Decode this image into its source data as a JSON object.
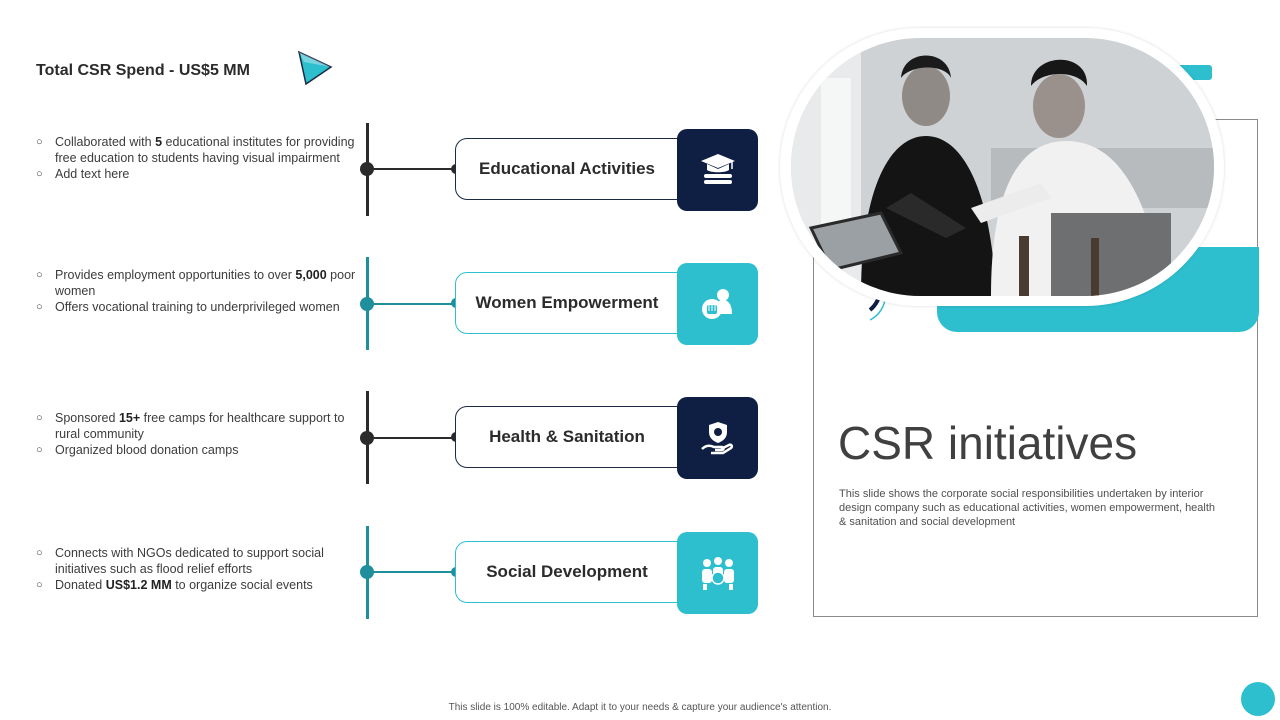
{
  "header": {
    "title": "Total CSR Spend - US$5 MM"
  },
  "rows": [
    {
      "label": "Educational Activities",
      "theme": "navy",
      "icon": "graduation-cap-books-icon",
      "bullets": [
        {
          "pre": "Collaborated  with ",
          "bold": "5",
          "post": " educational institutes for providing  free education to students having  visual impairment"
        },
        {
          "pre": "Add text here",
          "bold": "",
          "post": ""
        }
      ]
    },
    {
      "label": "Women Empowerment",
      "theme": "teal",
      "icon": "woman-fist-icon",
      "bullets": [
        {
          "pre": "Provides  employment  opportunities  to over  ",
          "bold": "5,000",
          "post": "  poor women"
        },
        {
          "pre": "Offers  vocational  training to underprivileged  women",
          "bold": "",
          "post": ""
        }
      ]
    },
    {
      "label": "Health & Sanitation",
      "theme": "navy",
      "icon": "hand-shield-icon",
      "bullets": [
        {
          "pre": "Sponsored  ",
          "bold": "15+",
          "post": " free camps for healthcare support to rural  community"
        },
        {
          "pre": "Organized  blood donation camps",
          "bold": "",
          "post": ""
        }
      ]
    },
    {
      "label": "Social Development",
      "theme": "teal",
      "icon": "community-group-icon",
      "bullets": [
        {
          "pre": "Connects with NGOs dedicated to support social initiatives  such as flood relief efforts",
          "bold": "",
          "post": ""
        },
        {
          "pre": "Donated  ",
          "bold": "US$1.2 MM",
          "post": " to organize  social events"
        }
      ]
    }
  ],
  "panel": {
    "title": "CSR initiatives",
    "description": "This slide shows the corporate social responsibilities undertaken by interior design company such as educational activities, women empowerment, health & sanitation and social development"
  },
  "footer": {
    "text": "This slide is 100% editable.  Adapt it to your needs & capture your audience's attention."
  },
  "colors": {
    "navy": "#0f1f43",
    "teal": "#2ebfcf",
    "line_dark": "#2b2b2b",
    "line_teal": "#1f8f9c"
  }
}
